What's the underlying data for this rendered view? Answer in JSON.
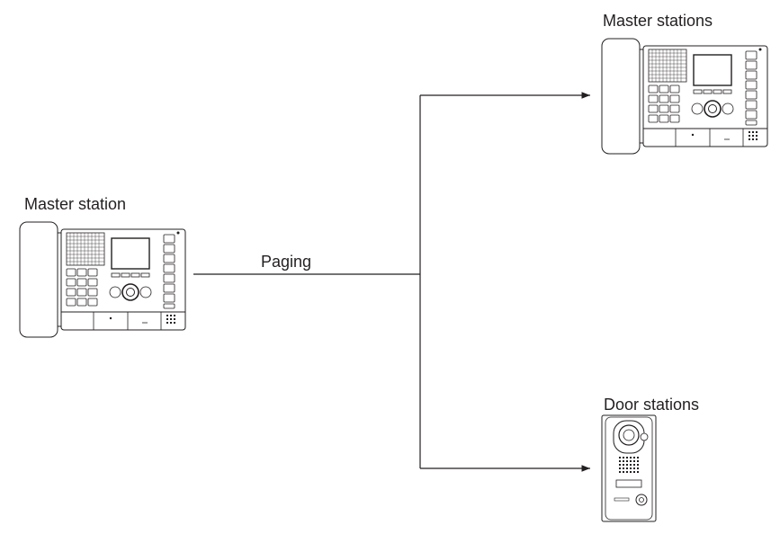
{
  "labels": {
    "top_caption": "",
    "source_station": "Master station",
    "link": "Paging",
    "target_master": "Master stations",
    "target_door": "Door stations"
  },
  "colors": {
    "line": "#231f20",
    "device_body": "#ffffff",
    "handset": "#ffffff"
  },
  "icons": {
    "source": "master-station-icon",
    "target_master": "master-station-icon",
    "target_door": "door-station-icon"
  }
}
